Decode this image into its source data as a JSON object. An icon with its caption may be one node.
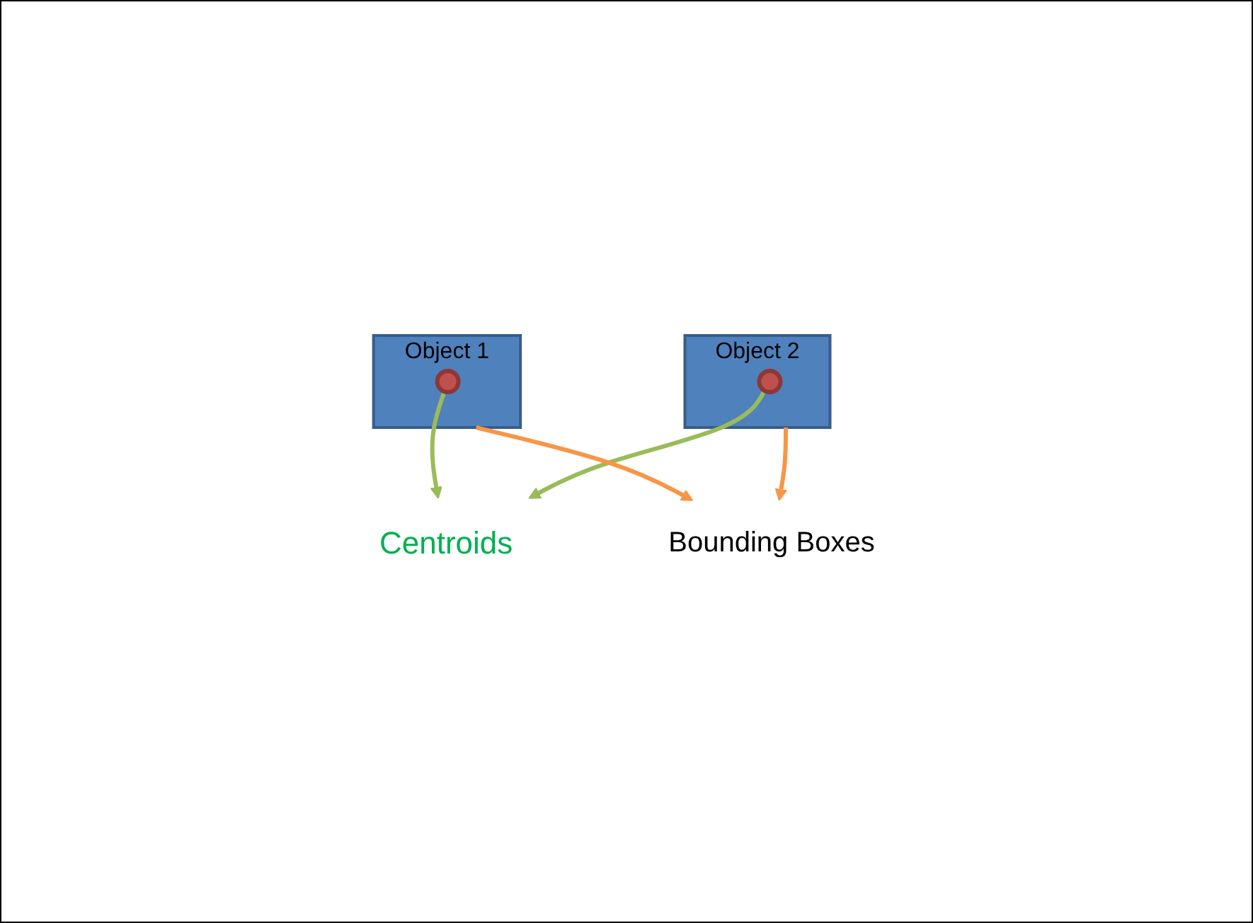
{
  "diagram": {
    "nodes": [
      {
        "text": [
          "Centroids"
        ]
      },
      {
        "text": [],
        "shape": "box",
        "beside": [
          "Object 1"
        ]
      },
      {
        "text": [],
        "shape": "circle",
        "in": 1
      },
      {
        "text": [],
        "shape": "box",
        "beside": [
          "Object 2"
        ]
      },
      {
        "text": [],
        "shape": "circle",
        "in": 3
      },
      {
        "text": [
          "Bounding Boxes"
        ]
      }
    ],
    "edges": [
      {
        "from": 2,
        "to": 0,
        "arrow": "to",
        "color": "#9bbb59"
      },
      {
        "from": 4,
        "to": 0,
        "arrow": "to",
        "color": "#9bbb59"
      },
      {
        "from": 1,
        "to": 5,
        "arrow": "to",
        "color": "#f79646"
      },
      {
        "from": 3,
        "to": 5,
        "arrow": "to",
        "color": "#f79646"
      }
    ]
  }
}
